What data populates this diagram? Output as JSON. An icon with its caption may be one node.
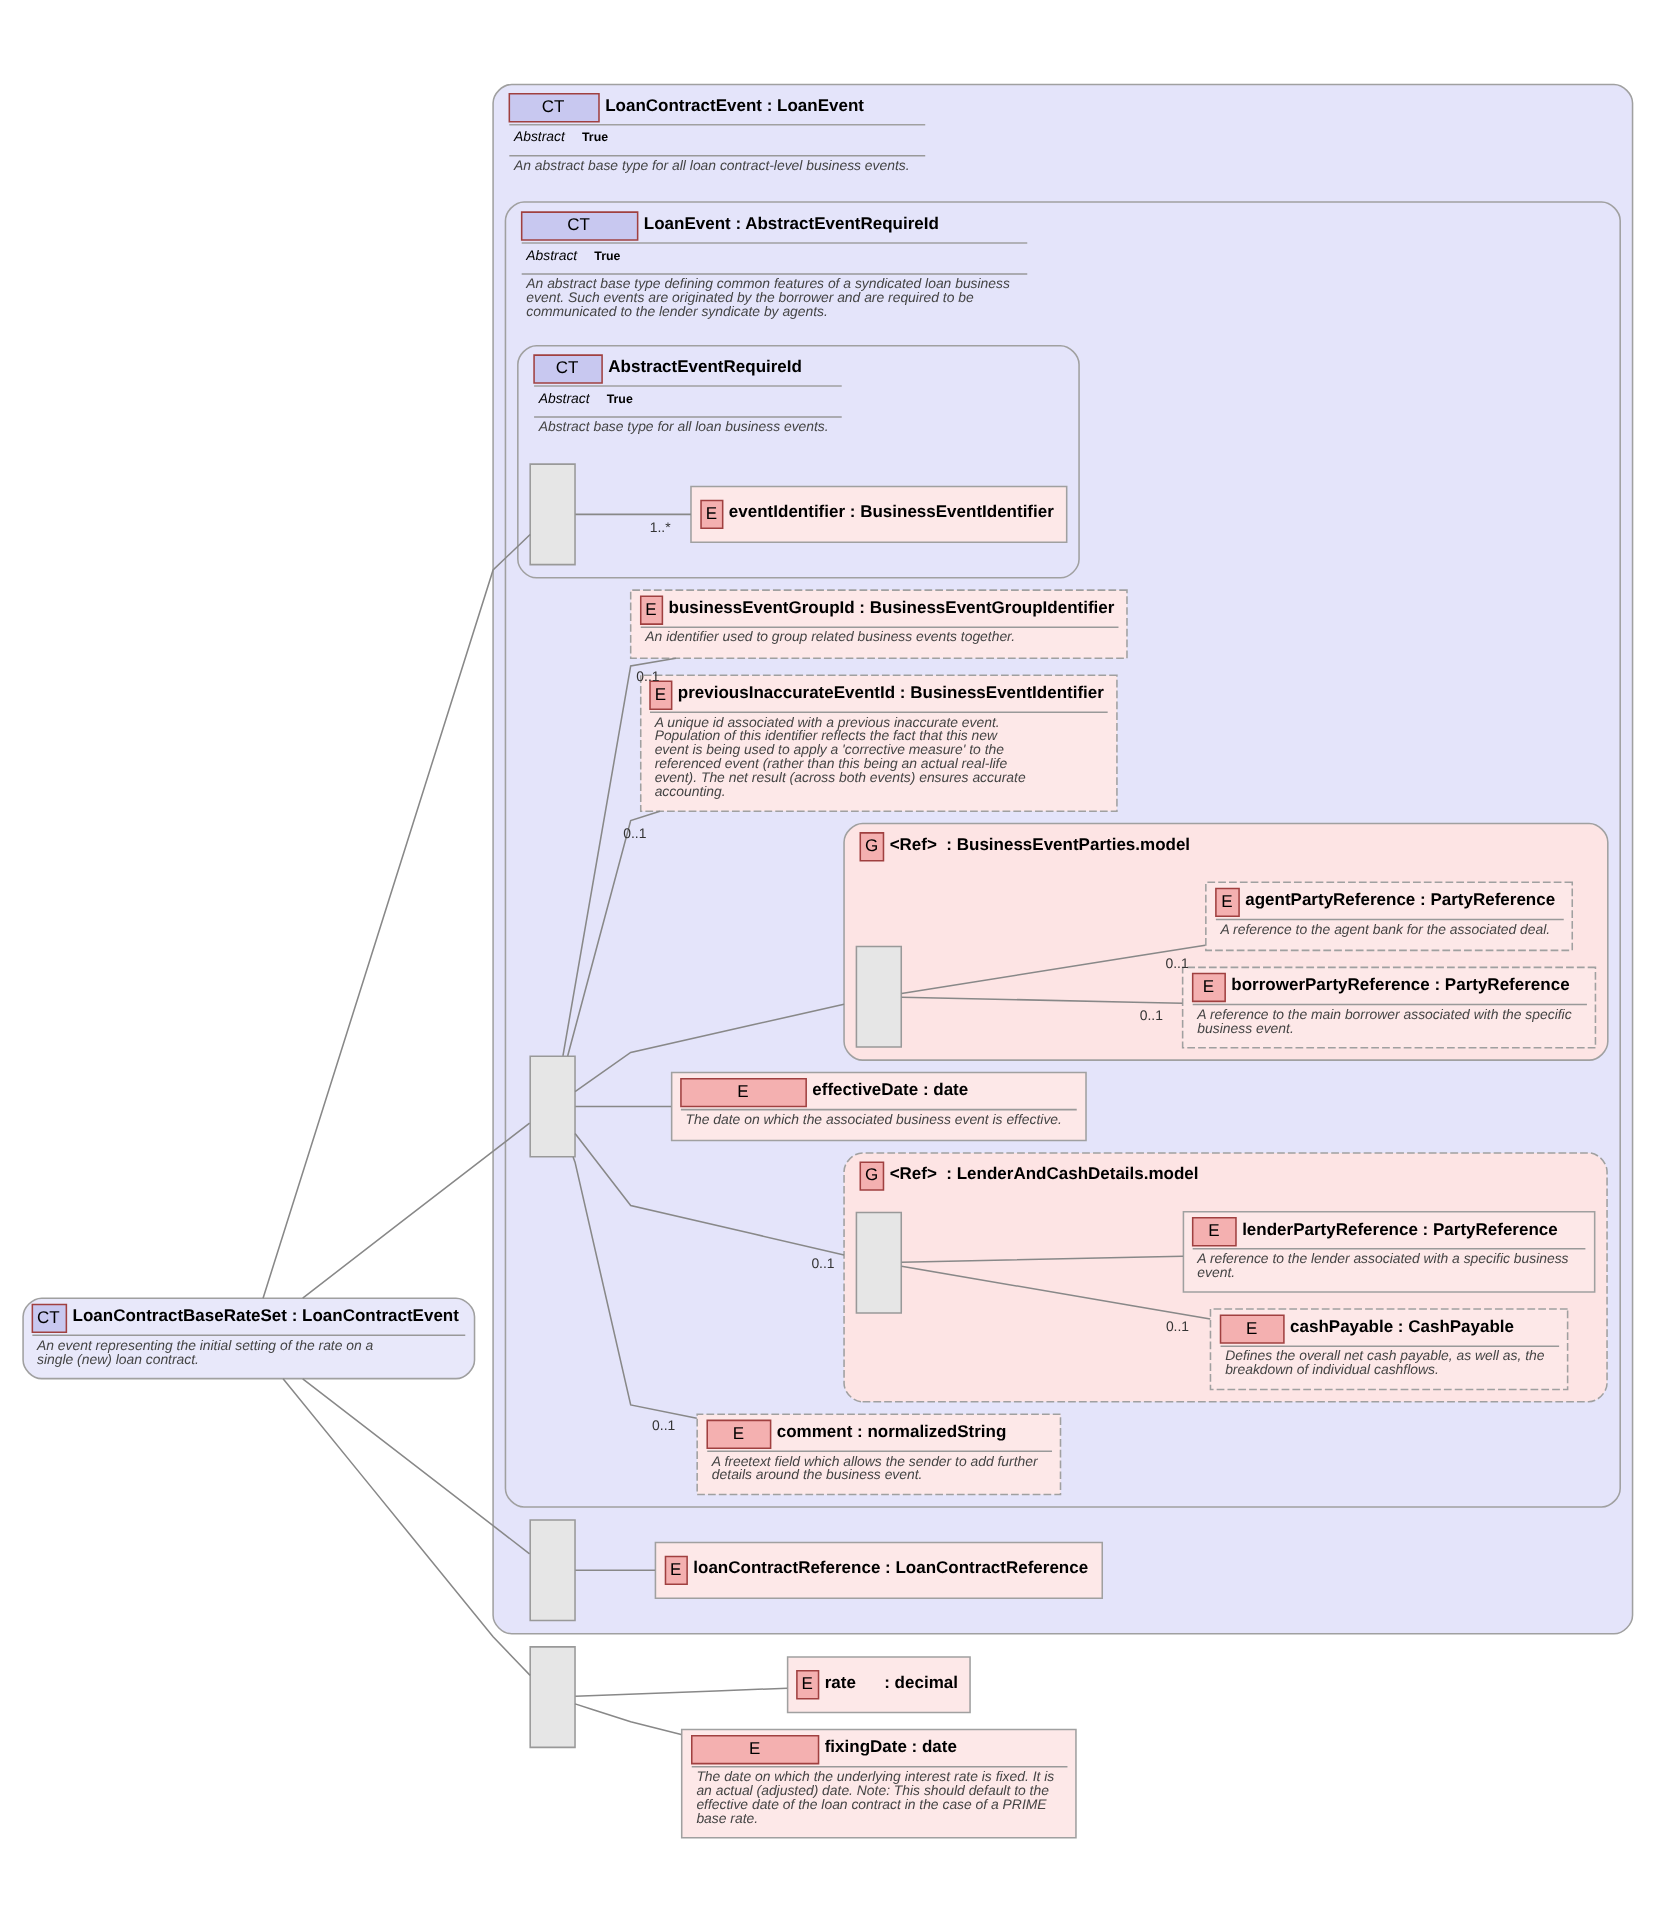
{
  "diagram": {
    "nodes": [
      {
        "text": [
          "CT",
          "LoanContractBaseRateSet : LoanContractEvent",
          "An event representing the initial setting of the rate on a single (new) loan contract."
        ]
      },
      {
        "text": [
          "CT",
          "LoanContractEvent : LoanEvent",
          "Abstract",
          "True",
          "An abstract base type for all loan contract-level business events."
        ]
      },
      {
        "text": [
          "CT",
          "LoanEvent : AbstractEventRequireId",
          "Abstract",
          "True",
          "An abstract base type defining common features of a syndicated loan business event. Such events are originated by the borrower and are required to be communicated to the lender syndicate by agents."
        ],
        "in": 1
      },
      {
        "text": [
          "CT",
          "AbstractEventRequireId",
          "Abstract",
          "True",
          "Abstract base type for all loan business events."
        ],
        "in": 2
      },
      {
        "text": [],
        "shape": "box",
        "in": 3
      },
      {
        "text": [
          "E",
          "eventIdentifier : BusinessEventIdentifier"
        ],
        "in": 3
      },
      {
        "text": [],
        "shape": "box",
        "in": 2
      },
      {
        "text": [
          "E",
          "businessEventGroupId : BusinessEventGroupIdentifier",
          "An identifier used to group related business events together."
        ],
        "in": 2
      },
      {
        "text": [
          "E",
          "previousInaccurateEventId : BusinessEventIdentifier",
          "A unique id associated with a previous inaccurate event. Population of this identifier reflects the fact that this new event is being used to apply a 'corrective measure' to the referenced event (rather than this being an actual real-life event). The net result (across both events) ensures accurate accounting."
        ],
        "in": 2
      },
      {
        "text": [
          "G",
          "<Ref>",
          ": BusinessEventParties.model"
        ],
        "in": 2
      },
      {
        "text": [],
        "shape": "box",
        "in": 9
      },
      {
        "text": [
          "E",
          "agentPartyReference : PartyReference",
          "A reference to the agent bank for the associated deal."
        ],
        "in": 9
      },
      {
        "text": [
          "E",
          "borrowerPartyReference : PartyReference",
          "A reference to the main borrower associated with the specific business event."
        ],
        "in": 9
      },
      {
        "text": [
          "E",
          "effectiveDate : date",
          "The date on which the associated business event is effective."
        ],
        "in": 2
      },
      {
        "text": [
          "G",
          "<Ref>",
          ": LenderAndCashDetails.model"
        ],
        "in": 2
      },
      {
        "text": [],
        "shape": "box",
        "in": 14
      },
      {
        "text": [
          "E",
          "lenderPartyReference : PartyReference",
          "A reference to the lender associated with a specific business event."
        ],
        "in": 14
      },
      {
        "text": [
          "E",
          "cashPayable : CashPayable",
          "Defines the overall net cash payable, as well as, the breakdown of individual cashflows."
        ],
        "in": 14
      },
      {
        "text": [
          "E",
          "comment : normalizedString",
          "A freetext field which allows the sender to add further details around the business event."
        ],
        "in": 2
      },
      {
        "text": [],
        "shape": "box",
        "in": 1
      },
      {
        "text": [
          "E",
          "loanContractReference : LoanContractReference"
        ],
        "in": 1
      },
      {
        "text": [],
        "shape": "box"
      },
      {
        "text": [
          "E",
          "fixingDate : date",
          "The date on which the underlying interest rate is fixed. It is an actual (adjusted) date. Note: This should default to the effective date of the loan contract in the case of a PRIME base rate."
        ]
      },
      {
        "text": [
          "E",
          "rate",
          ": decimal"
        ]
      }
    ],
    "edges": [
      {
        "from": 0,
        "to": 4,
        "arrow": "none"
      },
      {
        "from": 0,
        "to": 6,
        "arrow": "none"
      },
      {
        "from": 0,
        "to": 19,
        "arrow": "none"
      },
      {
        "from": 0,
        "to": 21,
        "arrow": "none"
      },
      {
        "from": 4,
        "to": 5,
        "arrow": "none",
        "label": "1..*"
      },
      {
        "from": 6,
        "to": 7,
        "arrow": "none",
        "label": "0..1"
      },
      {
        "from": 6,
        "to": 8,
        "arrow": "none",
        "label": "0..1"
      },
      {
        "from": 6,
        "to": 9,
        "arrow": "none"
      },
      {
        "from": 6,
        "to": 13,
        "arrow": "none"
      },
      {
        "from": 6,
        "to": 14,
        "arrow": "none",
        "label": "0..1"
      },
      {
        "from": 6,
        "to": 18,
        "arrow": "none",
        "label": "0..1"
      },
      {
        "from": 10,
        "to": 11,
        "arrow": "none",
        "label": "0..1"
      },
      {
        "from": 10,
        "to": 12,
        "arrow": "none",
        "label": "0..1"
      },
      {
        "from": 15,
        "to": 16,
        "arrow": "none"
      },
      {
        "from": 15,
        "to": 17,
        "arrow": "none",
        "label": "0..1"
      },
      {
        "from": 19,
        "to": 20,
        "arrow": "none"
      },
      {
        "from": 21,
        "to": 22,
        "arrow": "none"
      },
      {
        "from": 21,
        "to": 23,
        "arrow": "none"
      }
    ]
  }
}
